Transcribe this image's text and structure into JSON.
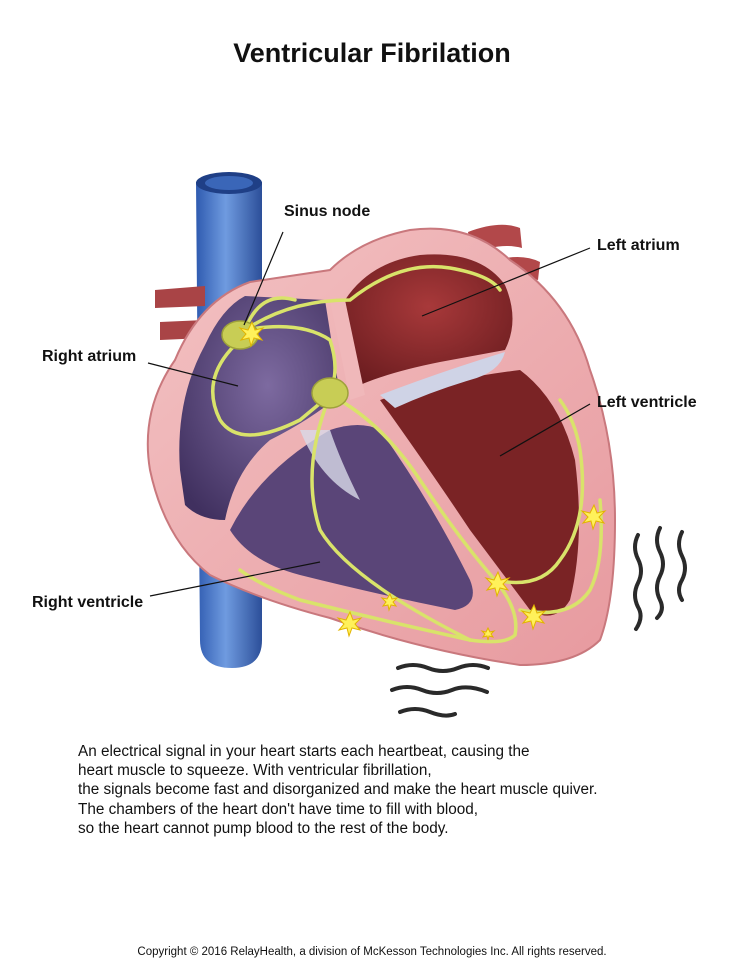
{
  "title": "Ventricular Fibrilation",
  "labels": {
    "sinus_node": "Sinus node",
    "left_atrium": "Left atrium",
    "right_atrium": "Right atrium",
    "left_ventricle": "Left ventricle",
    "right_ventricle": "Right ventricle"
  },
  "caption_lines": [
    "An electrical signal in your heart starts each heartbeat, causing the",
    "heart muscle to squeeze. With ventricular fibrillation,",
    "the signals become fast and disorganized and make the heart muscle quiver.",
    "The chambers of the heart don't have time to fill with blood,",
    "so the heart cannot pump blood to the rest of the body."
  ],
  "copyright": "Copyright © 2016 RelayHealth, a division of McKesson Technologies Inc. All rights reserved.",
  "colors": {
    "vein": "#4a78c9",
    "muscle_pink": "#e9a7ab",
    "left_chamber": "#8a2a2c",
    "right_chamber": "#5b4a7c",
    "conduction": "#d9e36a",
    "spark": "#fff15a"
  }
}
